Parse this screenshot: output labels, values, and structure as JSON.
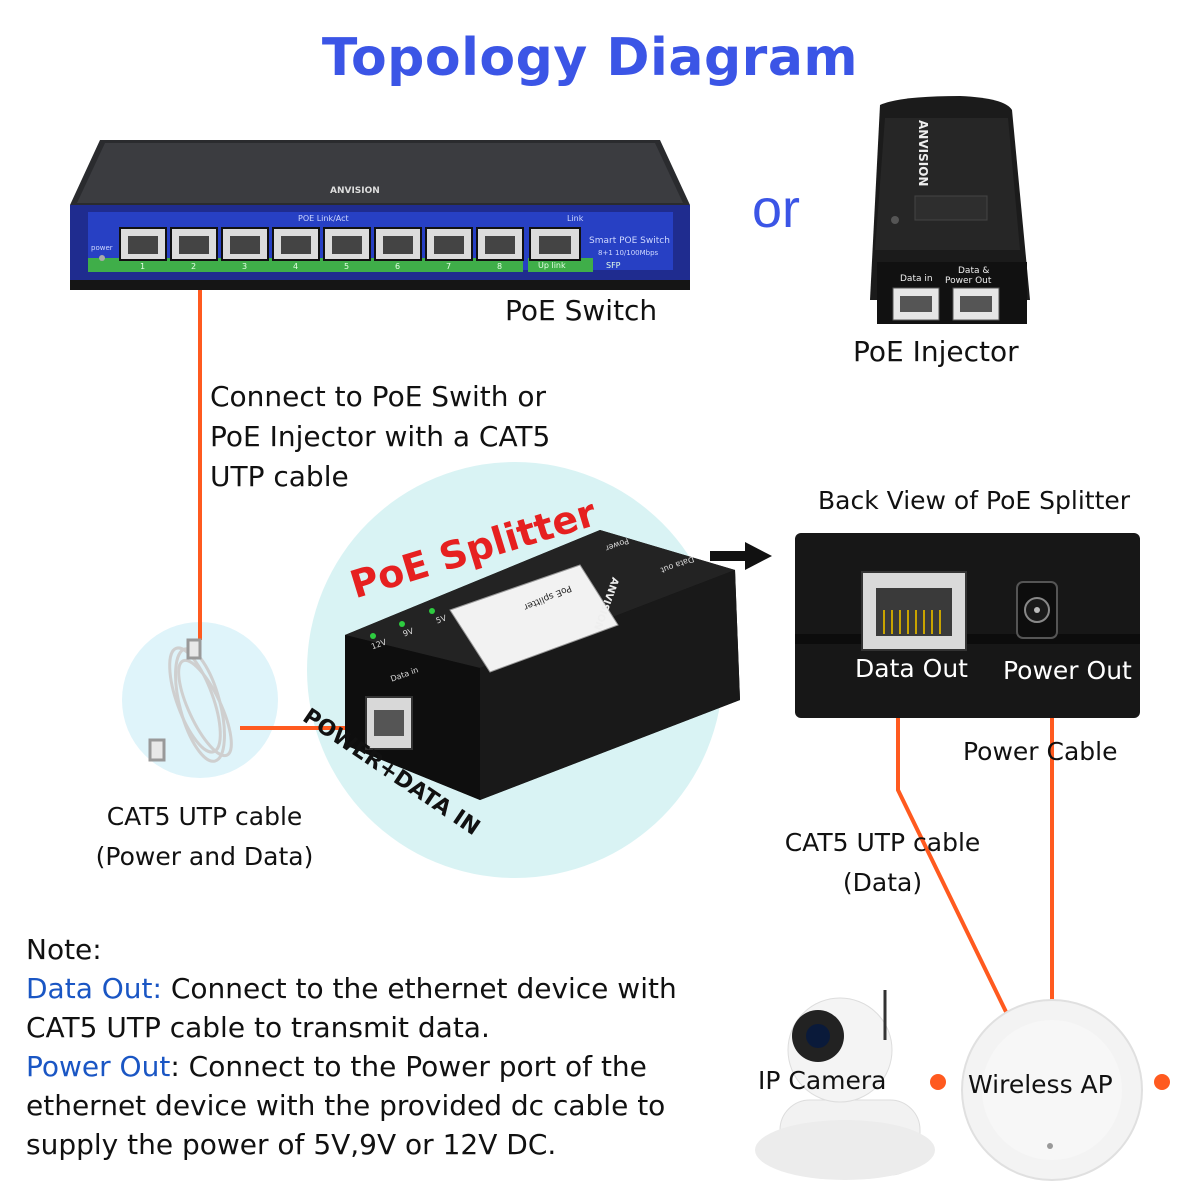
{
  "title": "Topology Diagram",
  "or_text": "or",
  "labels": {
    "poe_switch": "PoE Switch",
    "poe_injector": "PoE Injector",
    "connect_line1": "Connect to PoE Swith or",
    "connect_line2": "PoE Injector with a CAT5",
    "connect_line3": "UTP cable",
    "back_view": "Back View of PoE Splitter",
    "data_out": "Data Out",
    "power_out": "Power Out",
    "power_cable": "Power Cable",
    "cat5_data_line1": "CAT5 UTP cable",
    "cat5_data_line2": "(Data)",
    "cat5_pd_line1": "CAT5 UTP cable",
    "cat5_pd_line2": "(Power and Data)",
    "poe_splitter": "PoE Splitter",
    "power_data_in": "POWER+DATA IN",
    "ip_camera": "IP Camera",
    "wireless_ap": "Wireless AP"
  },
  "device_text": {
    "brand": "ANVISION",
    "switch_poe": "POE   Link/Act",
    "switch_link": "Link",
    "switch_model": "Smart POE Switch",
    "switch_spec": "8+1 10/100Mbps",
    "switch_power": "power",
    "switch_uplink": "Up link",
    "switch_sfp": "SFP",
    "port_numbers": [
      "1",
      "2",
      "3",
      "4",
      "5",
      "6",
      "7",
      "8"
    ],
    "injector_data_in": "Data in",
    "injector_data_power_out_1": "Data &",
    "injector_data_power_out_2": "Power Out",
    "splitter_12v": "12V",
    "splitter_9v": "9V",
    "splitter_5v": "5V",
    "splitter_data_in": "Data in",
    "splitter_data_out": "Data out",
    "splitter_power": "Power",
    "splitter_sticker_title": "PoE splitter"
  },
  "note": {
    "heading": "Note:",
    "data_out_key": "Data Out:",
    "data_out_text": " Connect to the ethernet device with CAT5 UTP cable to transmit data.",
    "power_out_key": "Power Out",
    "power_out_text": ": Connect to the Power port of the ethernet device with the provided dc cable to supply the power of 5V,9V or 12V DC."
  },
  "colors": {
    "accent": "#3b55e6",
    "cable": "#ff5a1f",
    "splitter_title": "#e62020",
    "note_highlight": "#1a56c4",
    "bubble": "#d9f3f4"
  }
}
